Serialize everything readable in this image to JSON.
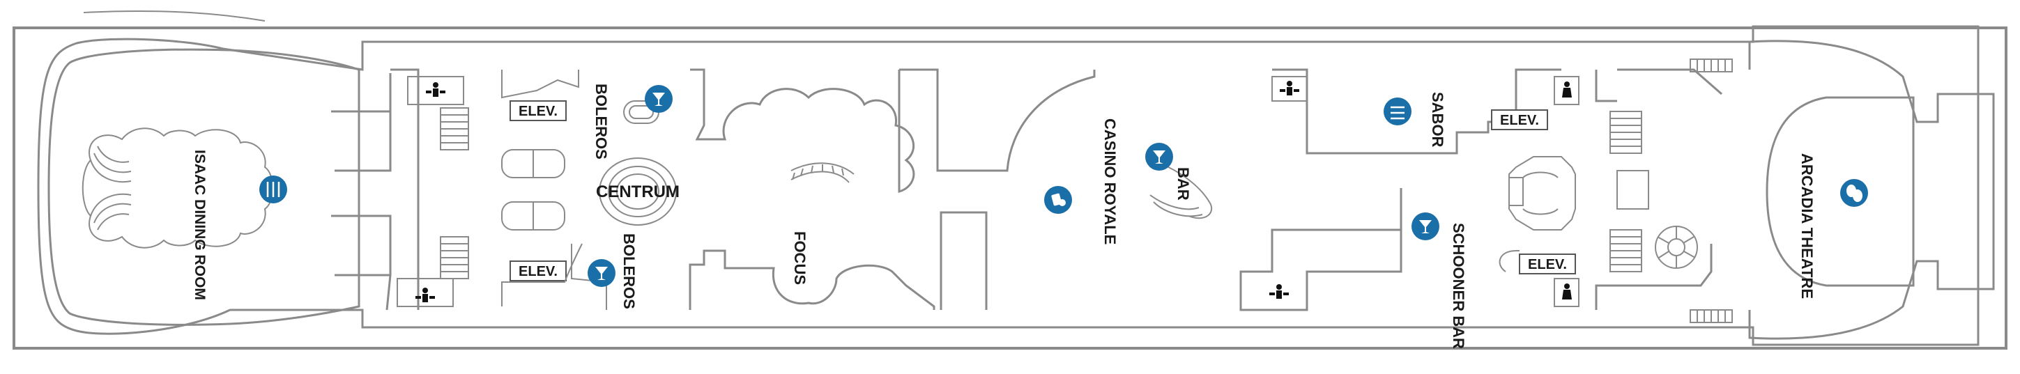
{
  "deck": {
    "venues": {
      "dining_room": "ISAAC DINING ROOM",
      "boleros_top": "BOLEROS",
      "boleros_bottom": "BOLEROS",
      "centrum": "CENTRUM",
      "focus": "FOCUS",
      "casino": "CASINO ROYALE",
      "bar": "BAR",
      "sabor": "SABOR",
      "schooner": "SCHOONER BAR",
      "theatre": "ARCADIA THEATRE"
    },
    "elevators": [
      "ELEV.",
      "ELEV.",
      "ELEV.",
      "ELEV."
    ],
    "icons": {
      "dining": "dining-icon",
      "cocktail": "cocktail-icon",
      "casino": "casino-icon",
      "theatre": "theatre-masks-icon",
      "restroom": "restroom-icon"
    },
    "colors": {
      "icon_fill": "#1b6fa8",
      "walls": "#8a8a8a",
      "text": "#1a1a1a"
    }
  }
}
